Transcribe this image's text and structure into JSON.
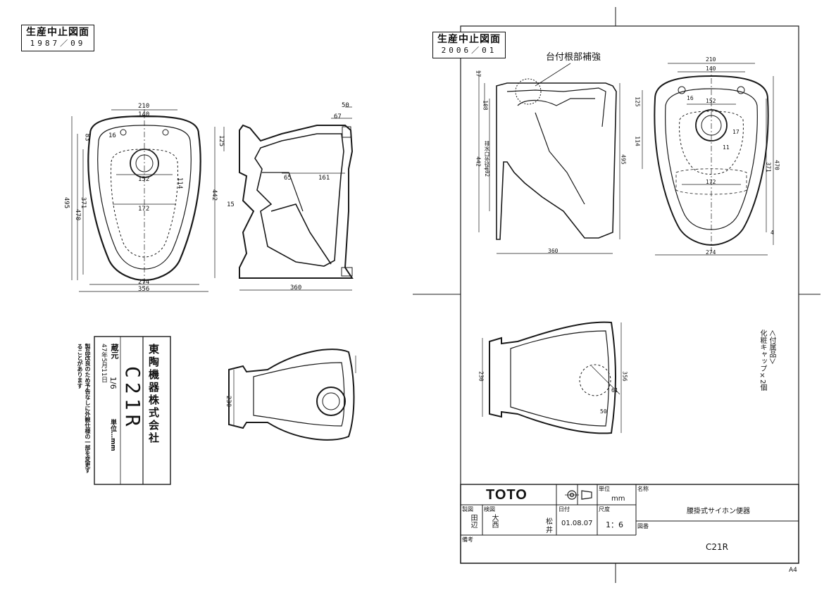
{
  "left_stamp": {
    "title": "生産中止図面",
    "date": "1987／09"
  },
  "right_stamp": {
    "title": "生産中止図面",
    "date": "2006／01"
  },
  "old_title_block": {
    "company": "東陶機器株式会社",
    "model": "C21R",
    "drawn": "蔵元",
    "scale": "1/6",
    "unit": "単位…mm",
    "date": "47年5月11日",
    "notice": "製品改良のため予告なしに外観仕様の一部を変更することがあります"
  },
  "old_dims": {
    "top_w1": "210",
    "top_w2": "140",
    "h_83": "83",
    "d_16": "16",
    "d_152": "152",
    "d_114": "114",
    "d_172": "172",
    "h_371": "371",
    "h_470": "470",
    "h_495": "495",
    "w_274": "274",
    "w_356": "356",
    "s_50": "50",
    "s_67": "67",
    "s_125": "125",
    "s_442": "442",
    "s_65": "65",
    "s_161": "161",
    "s_360": "360",
    "s_15": "15",
    "b_230": "230"
  },
  "annotation": {
    "reinforcement": "台付根部補強"
  },
  "new_dims": {
    "top_210": "210",
    "top_140": "140",
    "d_125": "125",
    "d_16": "16",
    "d_152": "152",
    "d_114": "114",
    "d_17": "17",
    "d_11": "11",
    "d_172": "172",
    "h_470": "470",
    "h_371": "371",
    "d_4": "4",
    "w_274": "274",
    "s_17": "17",
    "s_108": "108",
    "s_442": "442",
    "s_drain": "排水口外径φ92",
    "s_495": "495",
    "s_360": "360",
    "b_230": "230",
    "b_356": "356",
    "b_61": "61",
    "b_50": "50"
  },
  "accessory": {
    "title": "＜付属品＞",
    "item": "化粧キャップ×2個"
  },
  "title_block": {
    "brand": "TOTO",
    "unit_label": "単位",
    "unit_value": "mm",
    "name_label": "名称",
    "name_value": "腰掛式サイホン便器",
    "drawn_label": "製図",
    "drawn_value": "田辺",
    "checked_label": "検図",
    "checked_value": "大西",
    "approved_value": "松",
    "approved_value2": "井",
    "date_label": "日付",
    "date_value": "01.08.07",
    "scale_label": "尺度",
    "scale_value": "1：6",
    "drawing_no_label": "図番",
    "drawing_no_value": "C21R",
    "remarks_label": "備考"
  },
  "paper_size": "A4"
}
